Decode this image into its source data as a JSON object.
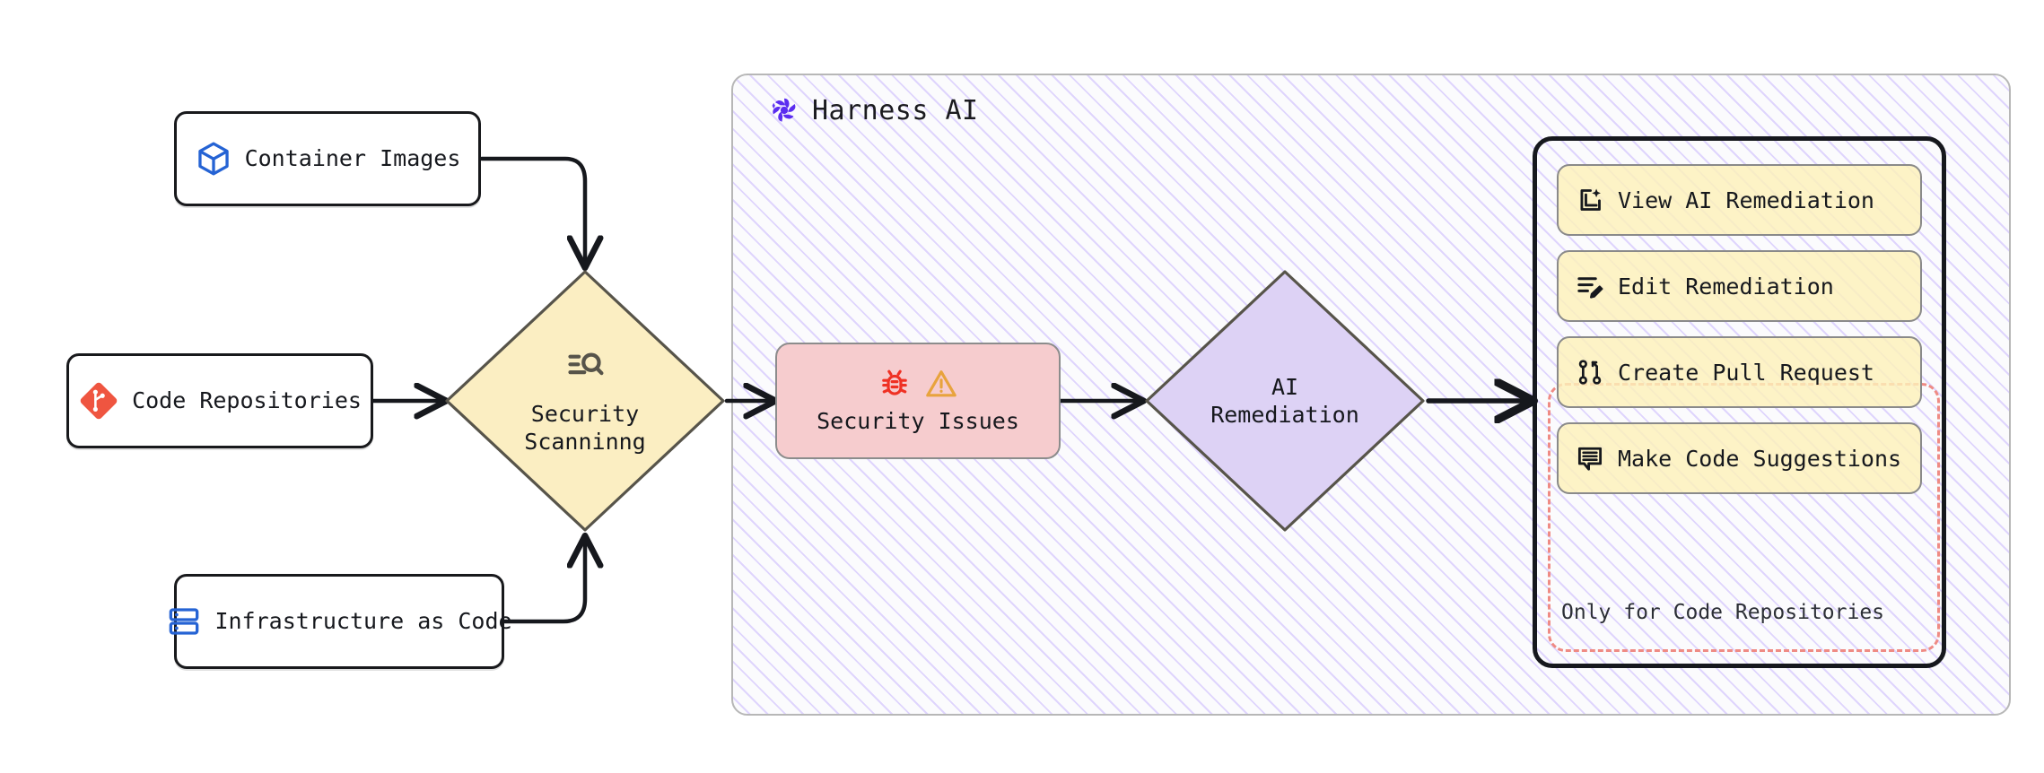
{
  "diagram": {
    "title": "Harness AI security scanning and remediation flow",
    "colors": {
      "scan_fill": "#fbeec2",
      "scan_stroke": "#57544a",
      "issue_fill": "#f6ccce",
      "issue_stroke": "#8c8c8c",
      "remediation_fill": "#ddd2f5",
      "remediation_stroke": "#57544a",
      "action_fill": "#fcf0ba",
      "dashed_border": "#ef8b84",
      "harness_purple": "#5b2df0",
      "container_border": "#b7b7b7",
      "bug_red": "#ef3124",
      "warning_orange": "#e8a33d",
      "git_red": "#ef5540",
      "blue": "#2563d4"
    }
  },
  "sources": [
    {
      "id": "container-images",
      "label": "Container Images",
      "icon": "container-cube-icon"
    },
    {
      "id": "code-repositories",
      "label": "Code Repositories",
      "icon": "git-diamond-icon"
    },
    {
      "id": "infrastructure-as-code",
      "label": "Infrastructure as Code",
      "icon": "server-stack-icon"
    }
  ],
  "scanning": {
    "label": "Security\nScanninng",
    "icon": "text-search-icon"
  },
  "harness": {
    "title": "Harness AI",
    "logo": "harness-pinwheel-logo"
  },
  "issues": {
    "label": "Security Issues",
    "icons": [
      "bug-icon",
      "warning-triangle-icon"
    ]
  },
  "remediation": {
    "label": "AI\nRemediation"
  },
  "actions": {
    "items": [
      {
        "id": "view-ai-remediation",
        "label": "View AI Remediation",
        "icon": "window-sparkle-icon"
      },
      {
        "id": "edit-remediation",
        "label": "Edit Remediation",
        "icon": "list-pencil-icon"
      },
      {
        "id": "create-pull-request",
        "label": "Create Pull Request",
        "icon": "pull-request-icon"
      },
      {
        "id": "make-code-suggestions",
        "label": "Make Code Suggestions",
        "icon": "comment-lines-icon"
      }
    ],
    "repo_only_note": "Only for Code Repositories"
  }
}
